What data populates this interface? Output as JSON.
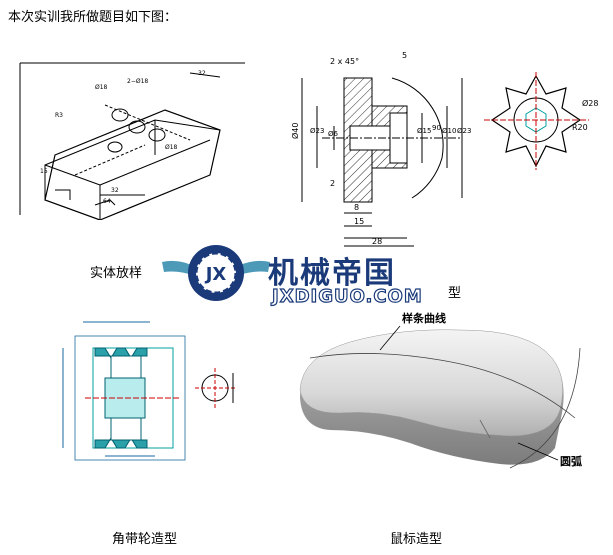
{
  "intro_text": "本次实训我所做题目如下图：",
  "captions": {
    "solid_sample": "实体放样",
    "model_partial": "型",
    "pulley": "角带轮造型",
    "mouse": "鼠标造型"
  },
  "watermark": {
    "brand": "机械帝国",
    "site": "JXDIGUO.COM",
    "emblem": "JX",
    "colors": {
      "primary": "#1a3a7a",
      "accent": "#3a8fb0"
    }
  },
  "mouse_labels": {
    "spline": "样条曲线",
    "arc": "圆弧"
  },
  "drawing_block": {
    "dims": [
      "Ø18",
      "2−Ø18",
      "32",
      "Ø18",
      "64",
      "32",
      "15",
      "R3"
    ]
  },
  "drawing_section": {
    "dims": [
      "2 x 45°",
      "5",
      "Ø40",
      "Ø23",
      "Ø6",
      "Ø15",
      "Ø10",
      "Ø23",
      "90",
      "2",
      "8",
      "15",
      "28"
    ]
  },
  "drawing_star": {
    "dims": [
      "Ø28",
      "R20"
    ]
  }
}
